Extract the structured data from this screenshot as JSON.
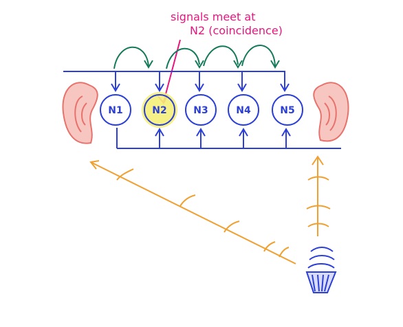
{
  "annotation": {
    "line1": "signals meet at",
    "line2": "N2 (coincidence)",
    "color": "#e6157f"
  },
  "colors": {
    "wire": "#2b3fd6",
    "ear": "#e8726b",
    "sound": "#f0a030",
    "loop_arrow": "#157a5a",
    "highlight": "#f5f07a"
  },
  "neurons": [
    {
      "label": "N1",
      "highlighted": false
    },
    {
      "label": "N2",
      "highlighted": true
    },
    {
      "label": "N3",
      "highlighted": false
    },
    {
      "label": "N4",
      "highlighted": false
    },
    {
      "label": "N5",
      "highlighted": false
    }
  ],
  "icons": {
    "left_ear": "left-ear-icon",
    "right_ear": "right-ear-icon",
    "sound_source": "speaker-icon"
  }
}
